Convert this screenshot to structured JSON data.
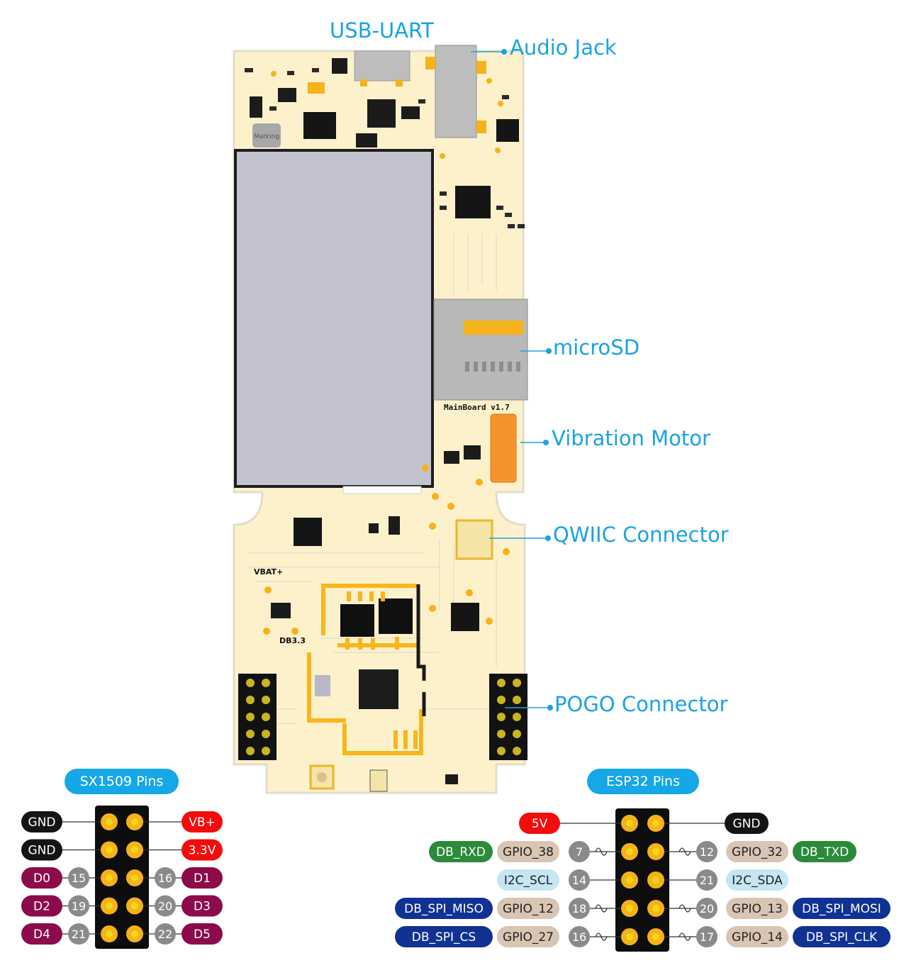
{
  "board": {
    "marking": "Marking",
    "vbat_label": "VBAT+",
    "db33_label": "DB3.3",
    "version": "MainBoard v1.7"
  },
  "callouts": {
    "usb_uart": "USB-UART",
    "audio_jack": "Audio Jack",
    "microsd": "microSD",
    "vibration_motor": "Vibration Motor",
    "qwiic": "QWIIC Connector",
    "pogo": "POGO Connector"
  },
  "sx1509": {
    "title": "SX1509 Pins",
    "rows": [
      {
        "left": {
          "label": "GND",
          "color": "black"
        },
        "left_pin": "",
        "right_pin": "",
        "right": {
          "label": "VB+",
          "color": "red"
        }
      },
      {
        "left": {
          "label": "GND",
          "color": "black"
        },
        "left_pin": "",
        "right_pin": "",
        "right": {
          "label": "3.3V",
          "color": "red"
        }
      },
      {
        "left": {
          "label": "D0",
          "color": "maroon"
        },
        "left_pin": "15",
        "right_pin": "16",
        "right": {
          "label": "D1",
          "color": "maroon"
        }
      },
      {
        "left": {
          "label": "D2",
          "color": "maroon"
        },
        "left_pin": "19",
        "right_pin": "20",
        "right": {
          "label": "D3",
          "color": "maroon"
        }
      },
      {
        "left": {
          "label": "D4",
          "color": "maroon"
        },
        "left_pin": "21",
        "right_pin": "22",
        "right": {
          "label": "D5",
          "color": "maroon"
        }
      }
    ]
  },
  "esp32": {
    "title": "ESP32 Pins",
    "rows": [
      {
        "left_func": {
          "label": "5V",
          "color": "red"
        },
        "left_gpio": "",
        "left_pin": "",
        "right_pin": "",
        "right_gpio": "",
        "right_func": {
          "label": "GND",
          "color": "black"
        }
      },
      {
        "left_func": {
          "label": "DB_RXD",
          "color": "green"
        },
        "left_gpio": "GPIO_38",
        "left_pin": "7",
        "right_pin": "12",
        "right_gpio": "GPIO_32",
        "right_func": {
          "label": "DB_TXD",
          "color": "green"
        }
      },
      {
        "left_func": {
          "label": "I2C_SCL",
          "color": "lightblue"
        },
        "left_gpio": "",
        "left_pin": "14",
        "right_pin": "21",
        "right_gpio": "",
        "right_func": {
          "label": "I2C_SDA",
          "color": "lightblue"
        }
      },
      {
        "left_func": {
          "label": "DB_SPI_MISO",
          "color": "navy"
        },
        "left_gpio": "GPIO_12",
        "left_pin": "18",
        "right_pin": "20",
        "right_gpio": "GPIO_13",
        "right_func": {
          "label": "DB_SPI_MOSI",
          "color": "navy"
        }
      },
      {
        "left_func": {
          "label": "DB_SPI_CS",
          "color": "navy"
        },
        "left_gpio": "GPIO_27",
        "left_pin": "16",
        "right_pin": "17",
        "right_gpio": "GPIO_14",
        "right_func": {
          "label": "DB_SPI_CLK",
          "color": "navy"
        }
      }
    ]
  },
  "colors": {
    "accent": "#1aa3e0",
    "pill_title": "#15a7e6",
    "black": "#141414",
    "red": "#f20d0d",
    "maroon": "#8c0b4b",
    "green": "#2c8a3a",
    "lightblue": "#c4e7f2",
    "navy": "#113293",
    "gpio": "#d9c5b3",
    "pin_number": "#8a8a8a",
    "pcb": "#fdf1cc",
    "pad": "#f6b21a",
    "display": "#c3c3cf"
  }
}
